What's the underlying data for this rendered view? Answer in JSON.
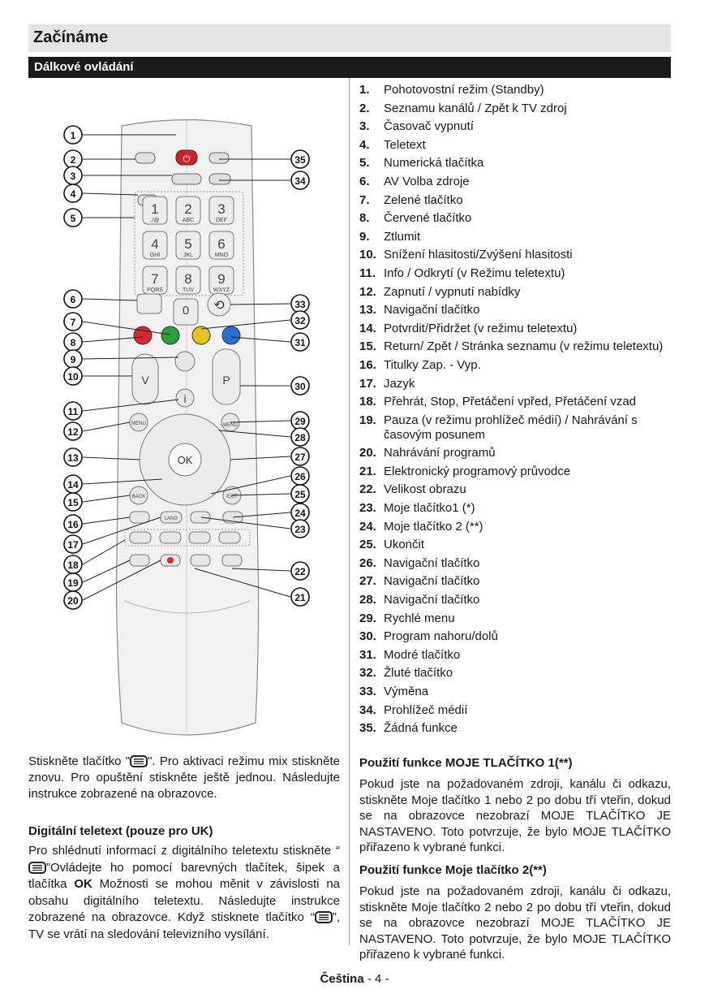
{
  "header": {
    "title": "Začínáme"
  },
  "section": {
    "title": "Dálkové ovládání"
  },
  "remote": {
    "keypad": [
      {
        "digit": "1",
        "letters": "./@"
      },
      {
        "digit": "2",
        "letters": "ABC"
      },
      {
        "digit": "3",
        "letters": "DEF"
      },
      {
        "digit": "4",
        "letters": "GHI"
      },
      {
        "digit": "5",
        "letters": "JKL"
      },
      {
        "digit": "6",
        "letters": "MNO"
      },
      {
        "digit": "7",
        "letters": "PQRS"
      },
      {
        "digit": "8",
        "letters": "TUV"
      },
      {
        "digit": "9",
        "letters": "WXYZ"
      }
    ],
    "zero": "0",
    "v_label": "V",
    "p_label": "P",
    "info": "i",
    "menu": "MENU",
    "ok": "OK",
    "back": "BACK",
    "exit": "EXIT",
    "lang": "LANG",
    "colors": {
      "red": "#d62a2a",
      "green": "#2e9e3a",
      "yellow": "#e6c21a",
      "blue": "#2a6fc9",
      "standby": "#c8232a",
      "body": "#f1f1f1"
    },
    "callouts_left": [
      "1",
      "2",
      "3",
      "4",
      "5",
      "6",
      "7",
      "8",
      "9",
      "10",
      "11",
      "12",
      "13",
      "14",
      "15",
      "16",
      "17",
      "18",
      "19",
      "20"
    ],
    "callouts_right": [
      "35",
      "34",
      "33",
      "32",
      "31",
      "30",
      "29",
      "28",
      "27",
      "26",
      "25",
      "24",
      "23",
      "22",
      "21"
    ]
  },
  "function_list": [
    {
      "num": "1.",
      "text": "Pohotovostní režim (Standby)"
    },
    {
      "num": "2.",
      "text": "Seznamu kanálů / Zpět k TV zdroj"
    },
    {
      "num": "3.",
      "text": "Časovač vypnutí"
    },
    {
      "num": "4.",
      "text": "Teletext"
    },
    {
      "num": "5.",
      "text": "Numerická tlačítka"
    },
    {
      "num": "6.",
      "text": "AV Volba zdroje"
    },
    {
      "num": "7.",
      "text": "Zelené tlačítko"
    },
    {
      "num": "8.",
      "text": "Červené tlačítko"
    },
    {
      "num": "9.",
      "text": "Ztlumit"
    },
    {
      "num": "10.",
      "text": "Snížení hlasitosti/Zvýšení hlasitosti"
    },
    {
      "num": "11.",
      "text": "Info / Odkrytí (v Režimu teletextu)"
    },
    {
      "num": "12.",
      "text": "Zapnutí / vypnutí nabídky"
    },
    {
      "num": "13.",
      "text": "Navigační tlačítko"
    },
    {
      "num": "14.",
      "text": "Potvrdit/Přidržet (v režimu teletextu)"
    },
    {
      "num": "15.",
      "text": "Return/ Zpět / Stránka seznamu (v režimu teletextu)"
    },
    {
      "num": "16.",
      "text": "Titulky Zap. - Vyp."
    },
    {
      "num": "17.",
      "text": "Jazyk"
    },
    {
      "num": "18.",
      "text": "Přehrát, Stop, Přetáčení vpřed, Přetáčení vzad"
    },
    {
      "num": "19.",
      "text": "Pauza (v režimu prohlížeč médií) / Nahrávání s časovým posunem"
    },
    {
      "num": "20.",
      "text": "Nahrávání programů"
    },
    {
      "num": "21.",
      "text": "Elektronický programový průvodce"
    },
    {
      "num": "22.",
      "text": "Velikost obrazu"
    },
    {
      "num": "23.",
      "text": "Moje tlačítko1 (*)"
    },
    {
      "num": "24.",
      "text": "Moje tlačítko 2 (**)"
    },
    {
      "num": "25.",
      "text": "Ukončit"
    },
    {
      "num": "26.",
      "text": "Navigační tlačítko"
    },
    {
      "num": "27.",
      "text": "Navigační tlačítko"
    },
    {
      "num": "28.",
      "text": "Navigační tlačítko"
    },
    {
      "num": "29.",
      "text": "Rychlé menu"
    },
    {
      "num": "30.",
      "text": "Program nahoru/dolů"
    },
    {
      "num": "31.",
      "text": "Modré tlačítko"
    },
    {
      "num": "32.",
      "text": "Žluté tlačítko"
    },
    {
      "num": "33.",
      "text": "Výměna"
    },
    {
      "num": "34.",
      "text": "Prohlížeč médií"
    },
    {
      "num": "35.",
      "text": "Žádná funkce"
    }
  ],
  "left_text": {
    "p1_a": "Stiskněte tlačítko \"",
    "p1_b": "\". Pro aktivaci režimu mix stiskněte znovu. Pro opuštění stiskněte ještě jednou. Následujte instrukce zobrazené na obrazovce.",
    "heading": "Digitální teletext (pouze pro UK)",
    "p2_a": "Pro shlédnutí informací z digitálního teletextu stiskněte “",
    "p2_b": "”Ovládejte ho pomocí barevných tlačítek, šipek a tlačítka ",
    "p2_ok": "OK",
    "p2_c": " Možnosti se mohou měnit v závislosti na obsahu digitálního teletextu. Následujte instrukce zobrazené na obrazovce. Když stisknete tlačítko “",
    "p2_d": "”, TV se vrátí na sledování televizního vysílání."
  },
  "right_text": {
    "h1": "Použití funkce MOJE TLAČÍTKO 1(**)",
    "p1": "Pokud jste na požadovaném zdroji, kanálu či odkazu, stiskněte Moje tlačítko 1 nebo 2 po dobu tří vteřin, dokud se na obrazovce nezobrazí MOJE TLAČÍTKO JE NASTAVENO. Toto potvrzuje, že bylo MOJE TLAČÍTKO přiřazeno k vybrané funkci.",
    "h2": "Použití funkce Moje tlačítko 2(**)",
    "p2": "Pokud jste na požadovaném zdroji, kanálu či odkazu, stiskněte Moje tlačítko 2 nebo 2 po dobu tří vteřin, dokud se na obrazovce nezobrazí MOJE TLAČÍTKO JE NASTAVENO. Toto potvrzuje, že bylo MOJE TLAČÍTKO přiřazeno k vybrané funkci."
  },
  "footer": {
    "language": "Čeština",
    "page": " - 4 -"
  }
}
